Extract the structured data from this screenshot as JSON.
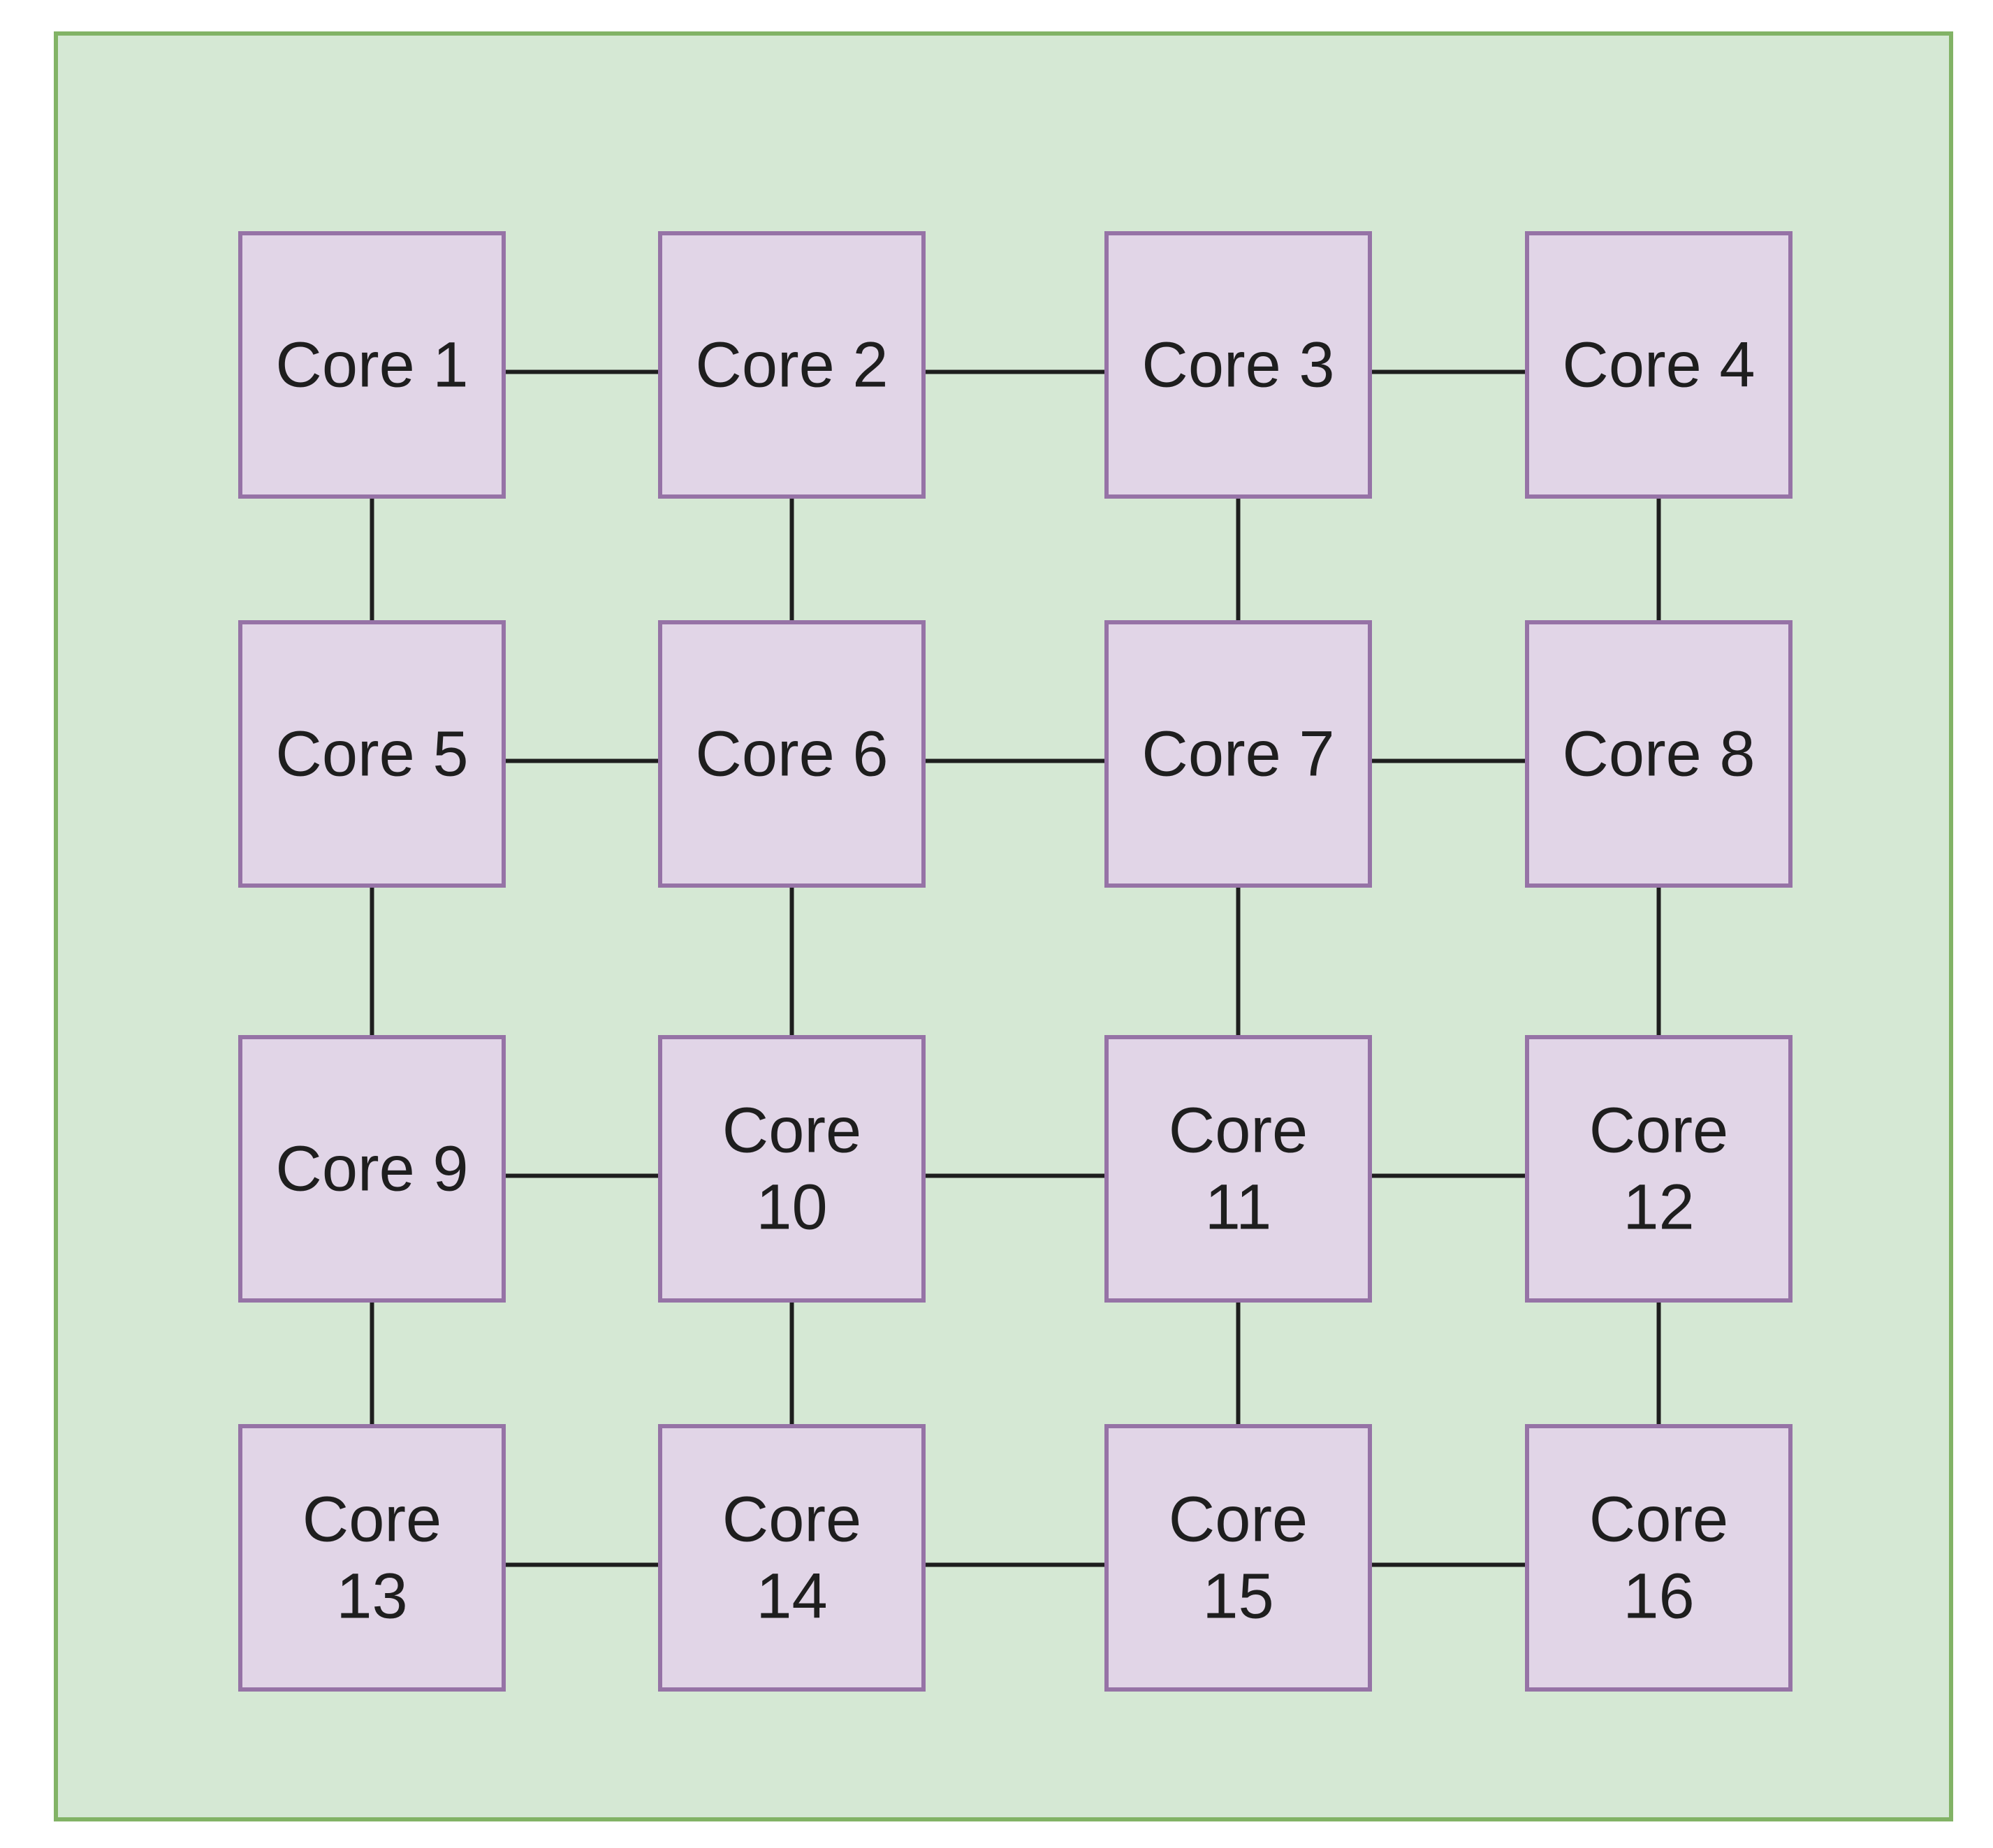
{
  "colors": {
    "background_fill": "#d5e8d4",
    "background_stroke": "#82b366",
    "core_fill": "#e1d5e7",
    "core_stroke": "#9673a6",
    "link": "#1e1e1e",
    "text": "#1e1e1e"
  },
  "cores": [
    {
      "id": 1,
      "label": [
        "Core 1"
      ]
    },
    {
      "id": 2,
      "label": [
        "Core 2"
      ]
    },
    {
      "id": 3,
      "label": [
        "Core 3"
      ]
    },
    {
      "id": 4,
      "label": [
        "Core 4"
      ]
    },
    {
      "id": 5,
      "label": [
        "Core 5"
      ]
    },
    {
      "id": 6,
      "label": [
        "Core 6"
      ]
    },
    {
      "id": 7,
      "label": [
        "Core 7"
      ]
    },
    {
      "id": 8,
      "label": [
        "Core 8"
      ]
    },
    {
      "id": 9,
      "label": [
        "Core 9"
      ]
    },
    {
      "id": 10,
      "label": [
        "Core",
        "10"
      ]
    },
    {
      "id": 11,
      "label": [
        "Core",
        "11"
      ]
    },
    {
      "id": 12,
      "label": [
        "Core",
        "12"
      ]
    },
    {
      "id": 13,
      "label": [
        "Core",
        "13"
      ]
    },
    {
      "id": 14,
      "label": [
        "Core",
        "14"
      ]
    },
    {
      "id": 15,
      "label": [
        "Core",
        "15"
      ]
    },
    {
      "id": 16,
      "label": [
        "Core",
        "16"
      ]
    }
  ],
  "links": [
    [
      1,
      2
    ],
    [
      2,
      3
    ],
    [
      3,
      4
    ],
    [
      5,
      6
    ],
    [
      6,
      7
    ],
    [
      7,
      8
    ],
    [
      9,
      10
    ],
    [
      10,
      11
    ],
    [
      11,
      12
    ],
    [
      13,
      14
    ],
    [
      14,
      15
    ],
    [
      15,
      16
    ],
    [
      1,
      5
    ],
    [
      5,
      9
    ],
    [
      9,
      13
    ],
    [
      2,
      6
    ],
    [
      6,
      10
    ],
    [
      10,
      14
    ],
    [
      3,
      7
    ],
    [
      7,
      11
    ],
    [
      11,
      15
    ],
    [
      4,
      8
    ],
    [
      8,
      12
    ],
    [
      12,
      16
    ]
  ]
}
